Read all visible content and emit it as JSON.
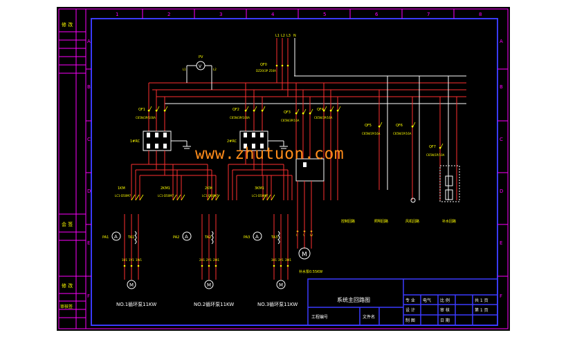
{
  "watermark": "www.zhutuon.com",
  "frame": {
    "row_labels": [
      "A",
      "B",
      "C",
      "D",
      "E",
      "F"
    ],
    "col_labels": [
      "1",
      "2",
      "3",
      "4",
      "5",
      "6",
      "7",
      "8"
    ],
    "left_panel": [
      "修 改",
      "会 签",
      "修 改",
      "审核签"
    ]
  },
  "bus": {
    "labels": [
      "L1",
      "L2",
      "L3",
      "N"
    ]
  },
  "meter": {
    "name": "PV",
    "left": "L1",
    "right": "L2"
  },
  "main_breaker": {
    "name": "QF0",
    "spec": "DZ20/3P 250A"
  },
  "feeders": [
    {
      "qf": "QF1",
      "spec": "C65N/3P/100A",
      "soft_starter": "1#RC"
    },
    {
      "qf": "QF2",
      "spec": "C65N/3P/100A",
      "soft_starter": "2#RC"
    },
    {
      "qf": "QF3",
      "spec": "C65N/3P/16A"
    },
    {
      "qf": "QF4",
      "spec": "C65N/3P/16A"
    },
    {
      "qf": "QF5",
      "spec": "C65N/1P/16A"
    },
    {
      "qf": "QF6",
      "spec": "C65N/1P/16A"
    },
    {
      "qf": "QF7",
      "spec": "C65N/1P/10A"
    }
  ],
  "contactors": [
    {
      "name": "1KM",
      "spec": "LC1-D50M7"
    },
    {
      "name": "2KM1",
      "spec": "LC1-D50M7"
    },
    {
      "name": "2KM",
      "spec": "LC1-D50M7"
    },
    {
      "name": "3KM1",
      "spec": "LC1-D50M7"
    }
  ],
  "pumps": [
    {
      "label": "NO.1循环泵11KW",
      "ta": "TA1",
      "pa": "PA1",
      "terminals": [
        "1U1",
        "1V1",
        "1W1"
      ]
    },
    {
      "label": "NO.2循环泵11KW",
      "ta": "TA2",
      "pa": "PA2",
      "terminals": [
        "2U1",
        "2V1",
        "2W1"
      ]
    },
    {
      "label": "NO.3循环泵11KW",
      "ta": "TA3",
      "pa": "PA3",
      "terminals": [
        "3U1",
        "3V1",
        "3W1"
      ]
    }
  ],
  "motor_right": {
    "label": "补水泵0.55KW",
    "terminals": [
      "U",
      "V",
      "W"
    ]
  },
  "branches": [
    "控制回路",
    "照明回路",
    "风机回路",
    "补水回路"
  ],
  "title_block": {
    "title": "系统主回路图",
    "project_no": "工程编号",
    "drawing_name": "文件名",
    "rows": [
      [
        "专 业",
        "电气",
        "比 例",
        "共 1 页"
      ],
      [
        "设 计",
        "",
        "审 核",
        "第 1 页"
      ],
      [
        "制 图",
        "",
        "日 期",
        ""
      ]
    ]
  }
}
